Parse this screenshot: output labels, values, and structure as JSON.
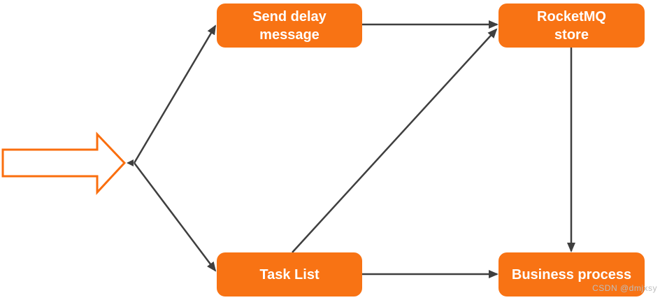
{
  "diagram": {
    "colors": {
      "node_fill": "#F87314",
      "node_text": "#FFFFFF",
      "edge": "#3F3F3F",
      "block_arrow_outline": "#FA6E0E",
      "background": "#FFFFFF",
      "watermark_text": "#BEBEBE"
    },
    "nodes": [
      {
        "id": "send-delay-message",
        "label": "Send delay\nmessage"
      },
      {
        "id": "rocketmq-store",
        "label": "RocketMQ\nstore"
      },
      {
        "id": "task-list",
        "label": "Task List"
      },
      {
        "id": "business-process",
        "label": "Business process"
      }
    ],
    "edges": [
      {
        "from": "start-block-arrow",
        "to": "send-delay-message"
      },
      {
        "from": "start-block-arrow",
        "to": "task-list"
      },
      {
        "from": "send-delay-message",
        "to": "rocketmq-store"
      },
      {
        "from": "task-list",
        "to": "rocketmq-store"
      },
      {
        "from": "rocketmq-store",
        "to": "business-process"
      },
      {
        "from": "task-list",
        "to": "business-process"
      }
    ]
  },
  "watermark": {
    "text": "CSDN @dmjxsy"
  }
}
